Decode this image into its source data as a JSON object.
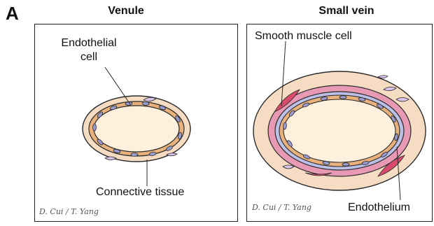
{
  "panel_letter": "A",
  "venule": {
    "title": "Venule",
    "label_endothelial": "Endothelial",
    "label_endothelial_2": "cell",
    "label_connective": "Connective tissue",
    "credit": "D. Cui / T. Yang"
  },
  "small_vein": {
    "title": "Small vein",
    "label_smooth_muscle": "Smooth muscle cell",
    "label_endothelium": "Endothelium",
    "credit": "D. Cui / T. Yang"
  },
  "colors": {
    "lumen": "#fdf0dc",
    "connective_tissue": "#f6dcc2",
    "endothelium": "#e9b27c",
    "nucleus": "#9a9cd0",
    "smooth_muscle": "#e899b4",
    "elastic_layer": "#bcc0e6",
    "outline": "#2a2a2a"
  }
}
